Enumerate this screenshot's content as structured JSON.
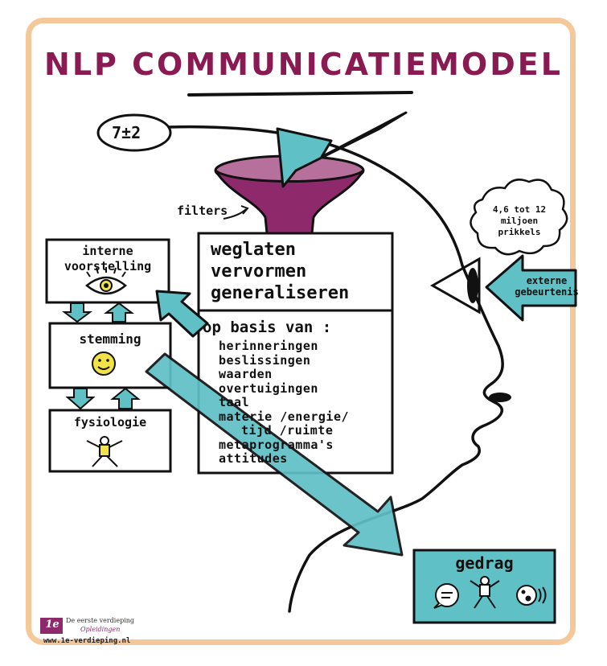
{
  "title": "NLP COMMUNICATIEMODEL",
  "badge": "7±2",
  "filters_label": "filters",
  "stimuli_cloud": [
    "4,6 tot 12",
    "miljoen",
    "prikkels"
  ],
  "external_event": [
    "externe",
    "gebeurtenis"
  ],
  "filter_box": [
    "weglaten",
    "vervormen",
    "generaliseren"
  ],
  "basis_heading": "op basis van :",
  "basis_items": [
    "herinneringen",
    "beslissingen",
    "waarden",
    "overtuigingen",
    "taal",
    "materie /energie/",
    "tijd /ruimte",
    "metaprogramma's",
    "attitudes"
  ],
  "left_boxes": {
    "internal": [
      "interne",
      "voorstelling"
    ],
    "mood": "stemming",
    "physiology": "fysiologie"
  },
  "behavior": "gedrag",
  "logo": {
    "brand": "1e",
    "line1": "De eerste verdieping",
    "line2": "Opleidingen"
  },
  "website": "www.1e-verdieping.nl",
  "colors": {
    "title": "#8a1a52",
    "arrow": "#5fc0c6",
    "funnel": "#8e2a6c",
    "frame": "#f5c89a",
    "smiley": "#f2e24a"
  }
}
